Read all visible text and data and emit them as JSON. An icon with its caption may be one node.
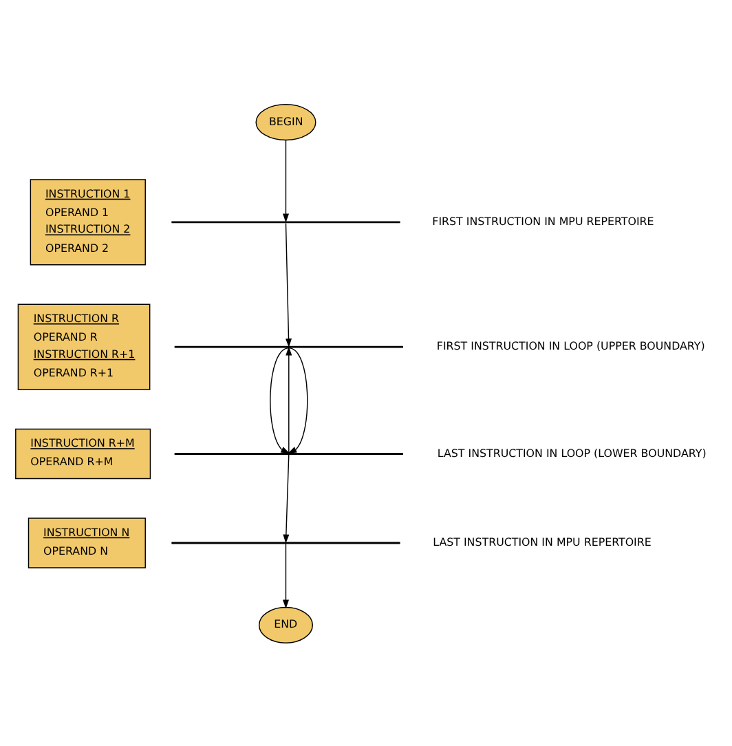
{
  "diagram": {
    "nodes": [
      {
        "text": [
          "BEGIN"
        ]
      },
      {
        "text": [],
        "shape": "bar",
        "beside": [
          "FIRST INSTRUCTION IN MPU REPERTOIRE"
        ]
      },
      {
        "text": [],
        "shape": "bar",
        "beside": [
          "FIRST INSTRUCTION IN LOOP (UPPER BOUNDARY)"
        ]
      },
      {
        "text": [],
        "shape": "bar",
        "beside": [
          "LAST INSTRUCTION IN LOOP (LOWER BOUNDARY)"
        ]
      },
      {
        "text": [],
        "shape": "bar",
        "beside": [
          "LAST INSTRUCTION IN MPU REPERTOIRE"
        ]
      },
      {
        "text": [
          "END"
        ]
      },
      {
        "text": [
          "INSTRUCTION 1",
          "OPERAND 1",
          "INSTRUCTION 2",
          "OPERAND 2"
        ]
      },
      {
        "text": [
          "INSTRUCTION R",
          "OPERAND R",
          "INSTRUCTION R+1",
          "OPERAND R+1"
        ]
      },
      {
        "text": [
          "INSTRUCTION R+M",
          "OPERAND R+M"
        ]
      },
      {
        "text": [
          "INSTRUCTION N",
          "OPERAND N"
        ]
      }
    ],
    "edges": [
      {
        "from": 0,
        "to": 1,
        "arrow": "to"
      },
      {
        "from": 1,
        "to": 2,
        "arrow": "to"
      },
      {
        "from": 2,
        "to": 3,
        "arrow": "to"
      },
      {
        "from": 3,
        "to": 2,
        "arrow": "to"
      },
      {
        "from": 2,
        "to": 3,
        "arrow": "to"
      },
      {
        "from": 3,
        "to": 4,
        "arrow": "to"
      },
      {
        "from": 4,
        "to": 5,
        "arrow": "to"
      }
    ]
  }
}
